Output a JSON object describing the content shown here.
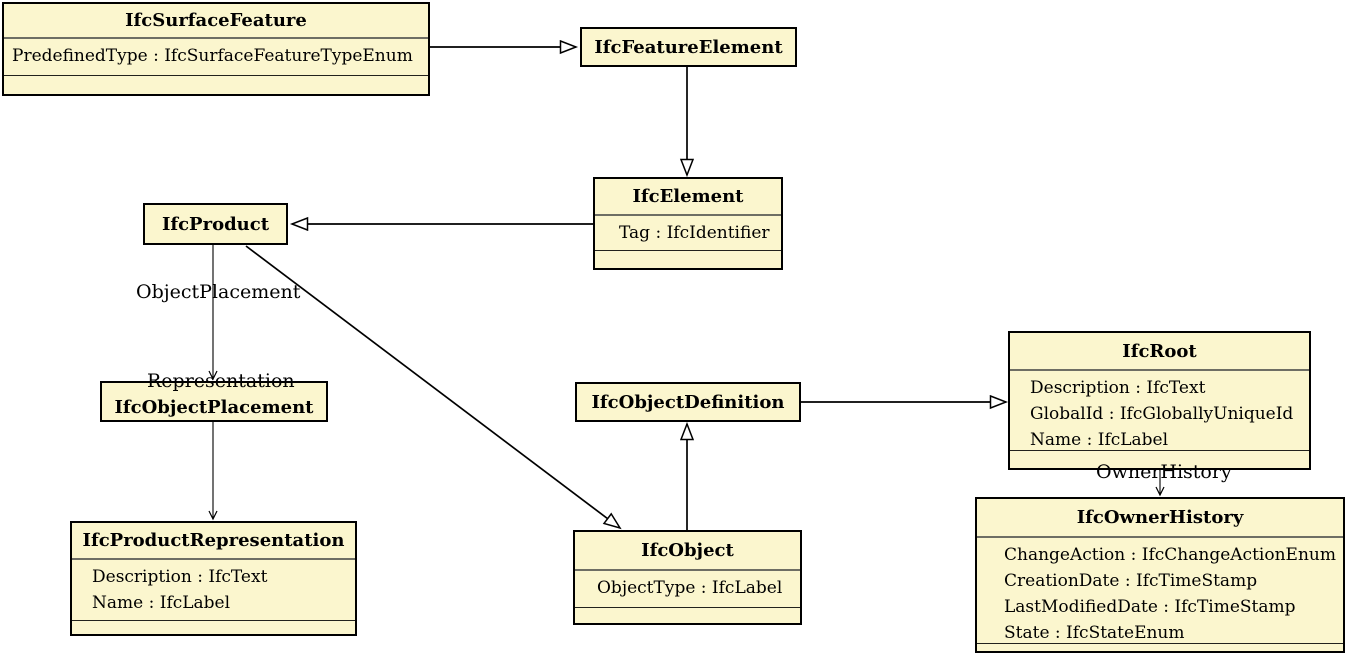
{
  "diagram": {
    "type": "uml-class-diagram",
    "colors": {
      "class_fill": "#fbf6ce",
      "class_border": "#000000",
      "background": "#ffffff"
    },
    "classes": {
      "surface_feature": {
        "title": "IfcSurfaceFeature",
        "attributes": [
          "PredefinedType : IfcSurfaceFeatureTypeEnum"
        ]
      },
      "feature_element": {
        "title": "IfcFeatureElement",
        "attributes": []
      },
      "element": {
        "title": "IfcElement",
        "attributes": [
          "Tag : IfcIdentifier"
        ]
      },
      "product": {
        "title": "IfcProduct",
        "attributes": []
      },
      "object_placement": {
        "title": "IfcObjectPlacement",
        "attributes": []
      },
      "product_representation": {
        "title": "IfcProductRepresentation",
        "attributes": [
          "Description : IfcText",
          "Name : IfcLabel"
        ]
      },
      "object_definition": {
        "title": "IfcObjectDefinition",
        "attributes": []
      },
      "object": {
        "title": "IfcObject",
        "attributes": [
          "ObjectType : IfcLabel"
        ]
      },
      "root": {
        "title": "IfcRoot",
        "attributes": [
          "Description : IfcText",
          "GlobalId : IfcGloballyUniqueId",
          "Name : IfcLabel"
        ]
      },
      "owner_history": {
        "title": "IfcOwnerHistory",
        "attributes": [
          "ChangeAction : IfcChangeActionEnum",
          "CreationDate : IfcTimeStamp",
          "LastModifiedDate : IfcTimeStamp",
          "State : IfcStateEnum"
        ]
      }
    },
    "edge_labels": {
      "object_placement": "ObjectPlacement",
      "representation": "Representation",
      "owner_history": "OwnerHistory"
    }
  }
}
